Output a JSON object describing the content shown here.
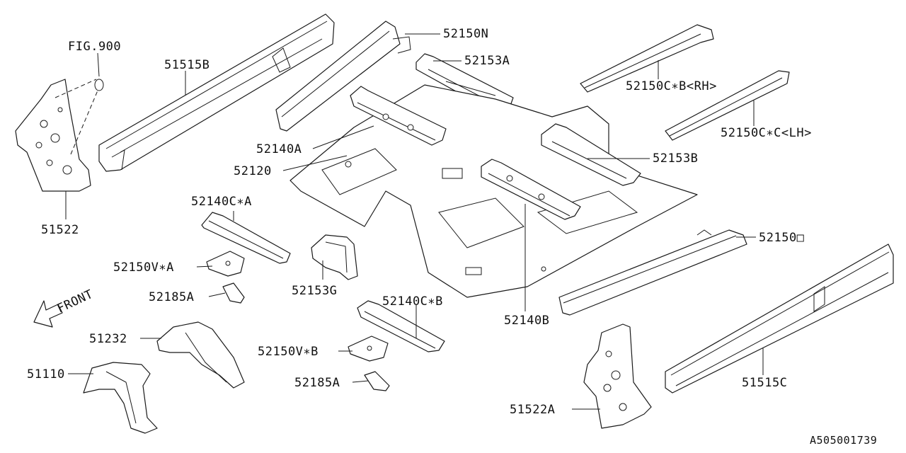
{
  "diagram": {
    "labels": {
      "fig900": "FIG.900",
      "p51515B": "51515B",
      "p52150N": "52150N",
      "p52153A": "52153A",
      "p52150CB": "52150C∗B<RH>",
      "p52150CC": "52150C∗C<LH>",
      "p52140A": "52140A",
      "p52153B": "52153B",
      "p52120": "52120",
      "p51522": "51522",
      "p52140CA": "52140C∗A",
      "p52150VA": "52150V∗A",
      "p52185A_1": "52185A",
      "p52153G": "52153G",
      "p52150O": "52150□",
      "p52140CB": "52140C∗B",
      "p52140B": "52140B",
      "p51232": "51232",
      "p52150VB": "52150V∗B",
      "p51110": "51110",
      "p52185A_2": "52185A",
      "p51515C": "51515C",
      "p51522A": "51522A",
      "front": "FRONT",
      "code": "A505001739"
    }
  }
}
